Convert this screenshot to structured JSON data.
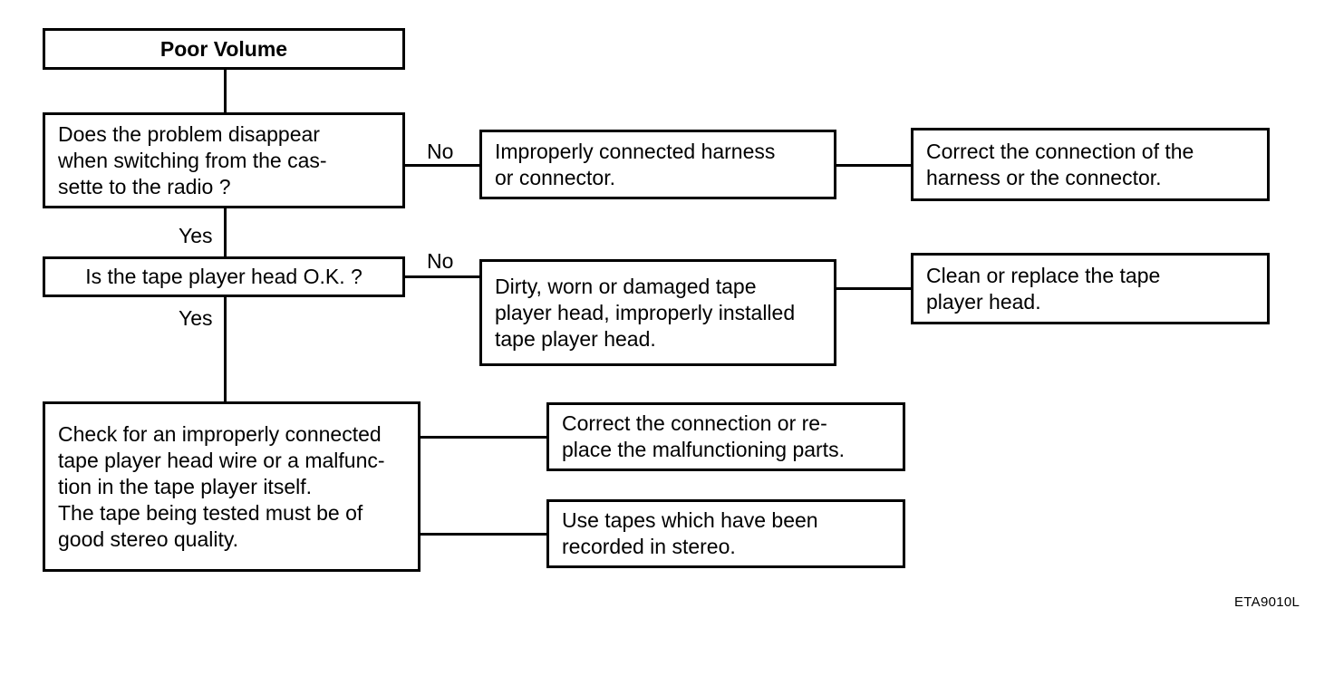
{
  "diagram": {
    "title": "Poor Volume",
    "reference_code": "ETA9010L",
    "nodes": {
      "start": {
        "text": "Poor Volume"
      },
      "q1": {
        "text": "Does the problem disappear\nwhen switching from the cas-\nsette to the radio ?"
      },
      "q1_cause": {
        "text": "Improperly connected harness\nor connector."
      },
      "q1_fix": {
        "text": "Correct the connection of the\nharness or the connector."
      },
      "q2": {
        "text": "Is the tape player head O.K. ?"
      },
      "q2_cause": {
        "text": "Dirty, worn or damaged tape\nplayer head, improperly installed\ntape player head."
      },
      "q2_fix": {
        "text": "Clean or replace the tape\nplayer head."
      },
      "final_check": {
        "text": "Check for an improperly connected\ntape player head wire or a malfunc-\ntion in the tape player itself.\nThe tape being tested must be of\ngood stereo quality."
      },
      "final_fix_1": {
        "text": "Correct the connection or re-\nplace the malfunctioning parts."
      },
      "final_fix_2": {
        "text": "Use tapes which have been\nrecorded in stereo."
      }
    },
    "edge_labels": {
      "q1_no": "No",
      "q1_yes": "Yes",
      "q2_no": "No",
      "q2_yes": "Yes"
    }
  }
}
